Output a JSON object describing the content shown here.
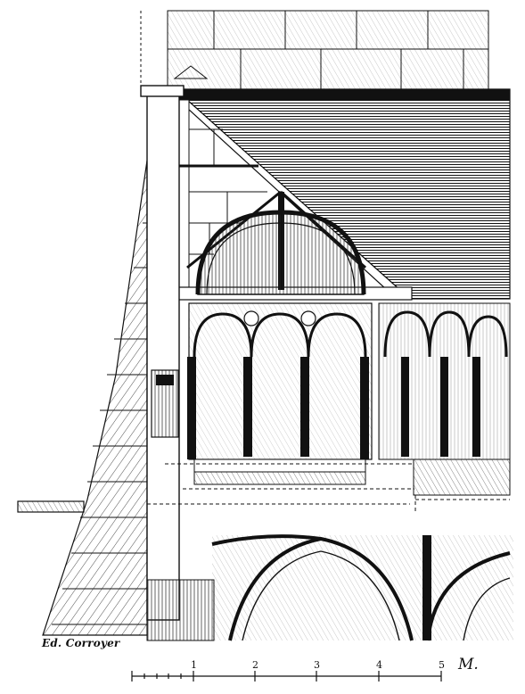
{
  "signature": "Ed. Corroyer",
  "scale": {
    "labels": [
      "1",
      "2",
      "3",
      "4",
      "5"
    ],
    "unit": "M."
  }
}
